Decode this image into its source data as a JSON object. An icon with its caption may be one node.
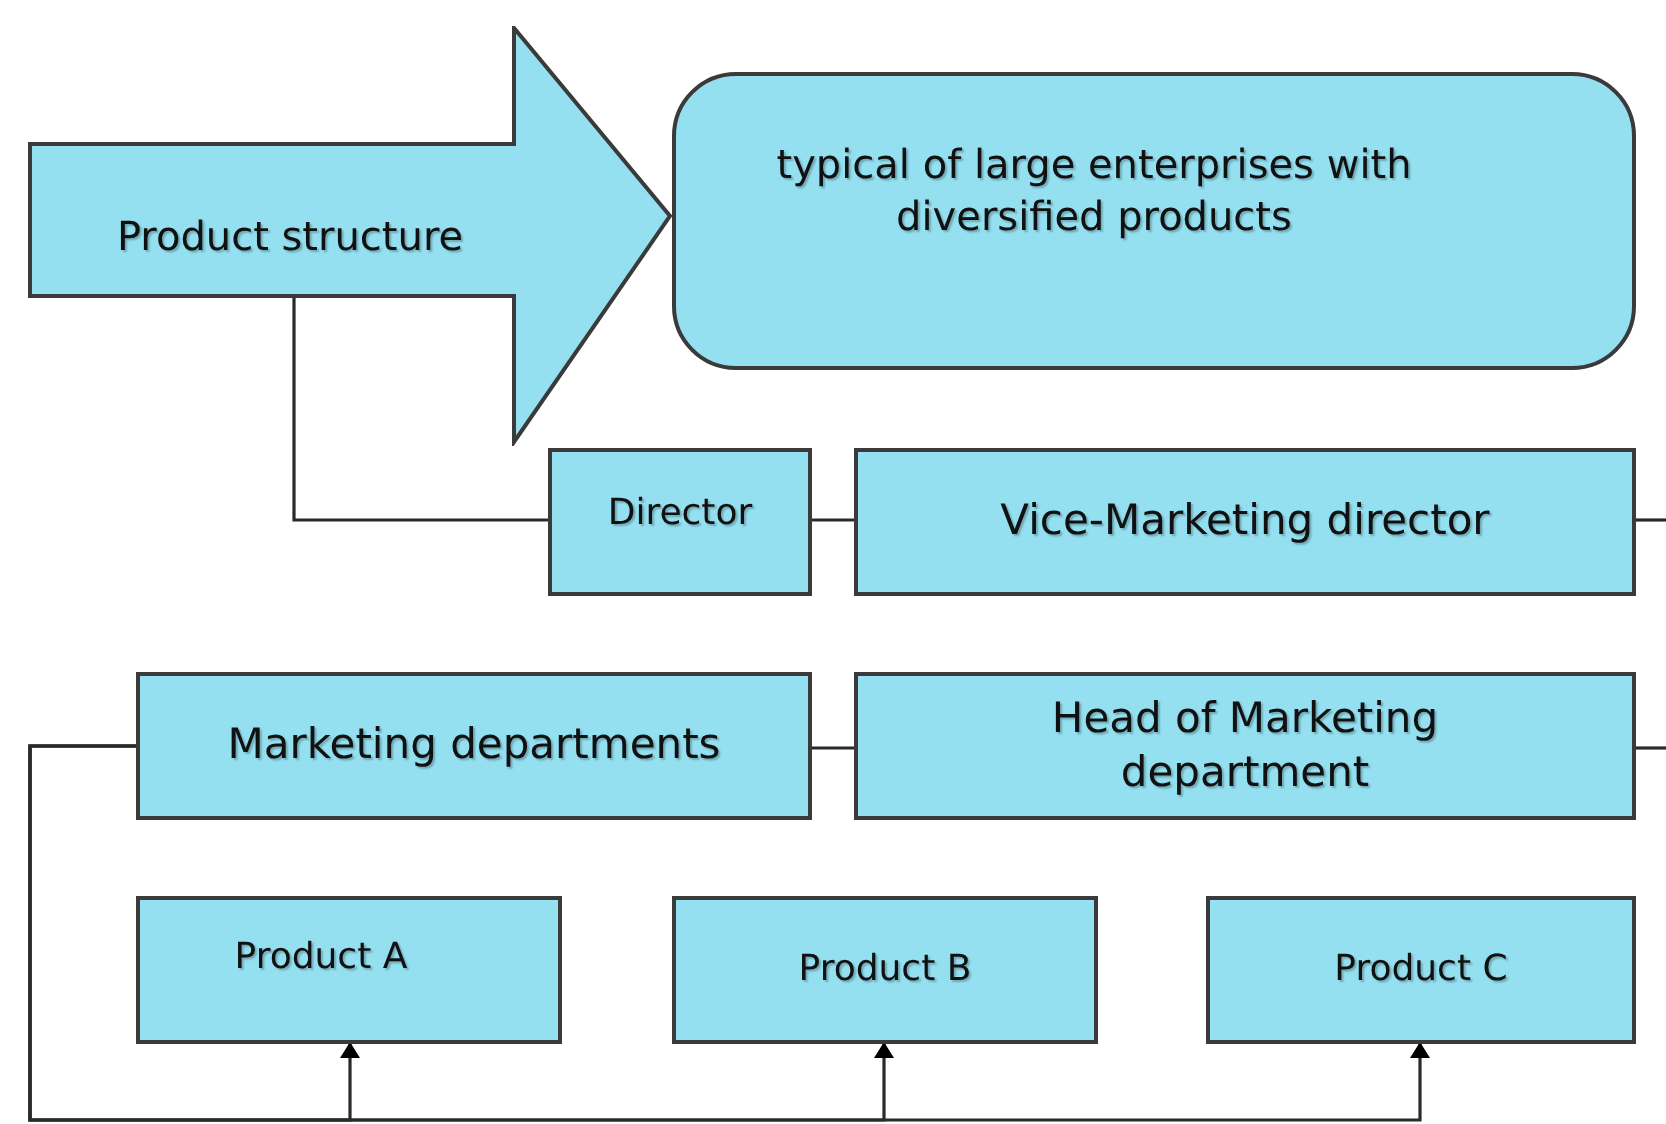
{
  "diagram": {
    "nodes": [
      {
        "text": [
          "Product structure"
        ]
      },
      {
        "text": [
          "typical of large enterprises with diversified products"
        ]
      },
      {
        "text": [
          "Director"
        ]
      },
      {
        "text": [
          "Vice-Marketing director"
        ]
      },
      {
        "text": [
          "Marketing departments"
        ]
      },
      {
        "text": [
          "Head of Marketing department"
        ]
      },
      {
        "text": [
          "Product A"
        ]
      },
      {
        "text": [
          "Product B"
        ]
      },
      {
        "text": [
          "Product C"
        ]
      }
    ],
    "edges": [
      {
        "from": 0,
        "to": 2,
        "arrow": "none"
      },
      {
        "from": 2,
        "to": 3,
        "arrow": "none"
      },
      {
        "from": 3,
        "to": null,
        "arrow": "none"
      },
      {
        "from": 4,
        "to": 5,
        "arrow": "none"
      },
      {
        "from": 5,
        "to": null,
        "arrow": "none"
      },
      {
        "from": 4,
        "to": 6,
        "arrow": "to"
      },
      {
        "from": 4,
        "to": 7,
        "arrow": "to"
      },
      {
        "from": 4,
        "to": 8,
        "arrow": "to"
      }
    ]
  }
}
